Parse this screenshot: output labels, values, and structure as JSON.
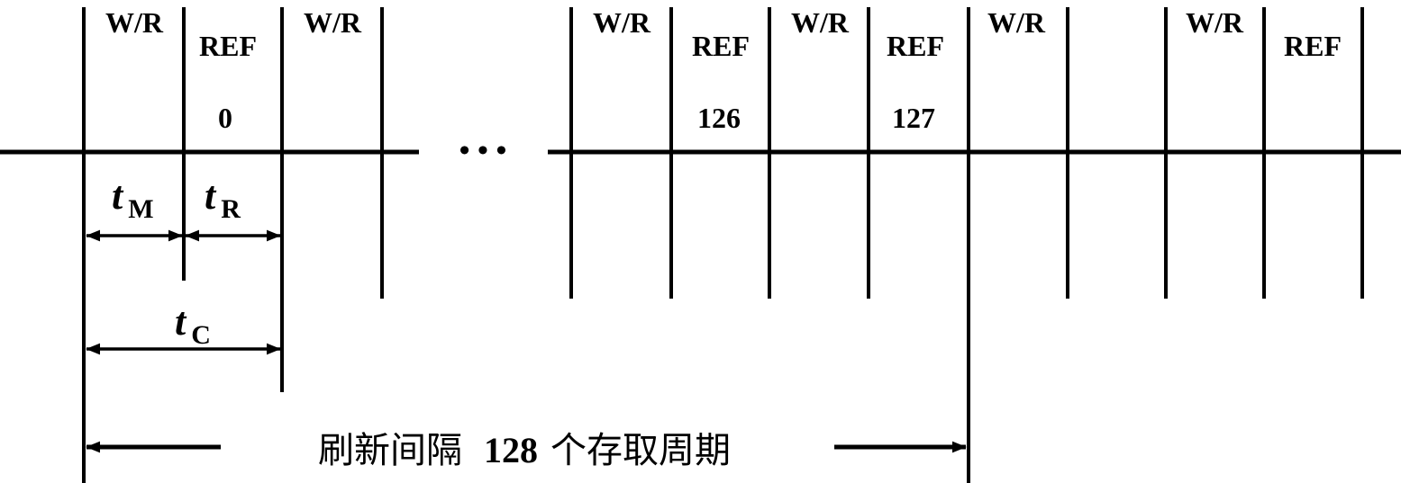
{
  "slots": [
    {
      "label": "W/R",
      "number": ""
    },
    {
      "label": "REF",
      "number": "0"
    },
    {
      "label": "W/R",
      "number": ""
    },
    {
      "label": "W/R",
      "number": ""
    },
    {
      "label": "REF",
      "number": "126"
    },
    {
      "label": "W/R",
      "number": ""
    },
    {
      "label": "REF",
      "number": "127"
    },
    {
      "label": "W/R",
      "number": ""
    },
    {
      "label": "W/R",
      "number": ""
    },
    {
      "label": "REF",
      "number": ""
    }
  ],
  "ellipsis": "• • •",
  "timing": {
    "tm": {
      "symbol": "t",
      "subscript": "M"
    },
    "tr": {
      "symbol": "t",
      "subscript": "R"
    },
    "tc": {
      "symbol": "t",
      "subscript": "C"
    }
  },
  "refresh": {
    "prefix": "刷新间隔",
    "count": "128",
    "suffix": "个存取周期"
  }
}
